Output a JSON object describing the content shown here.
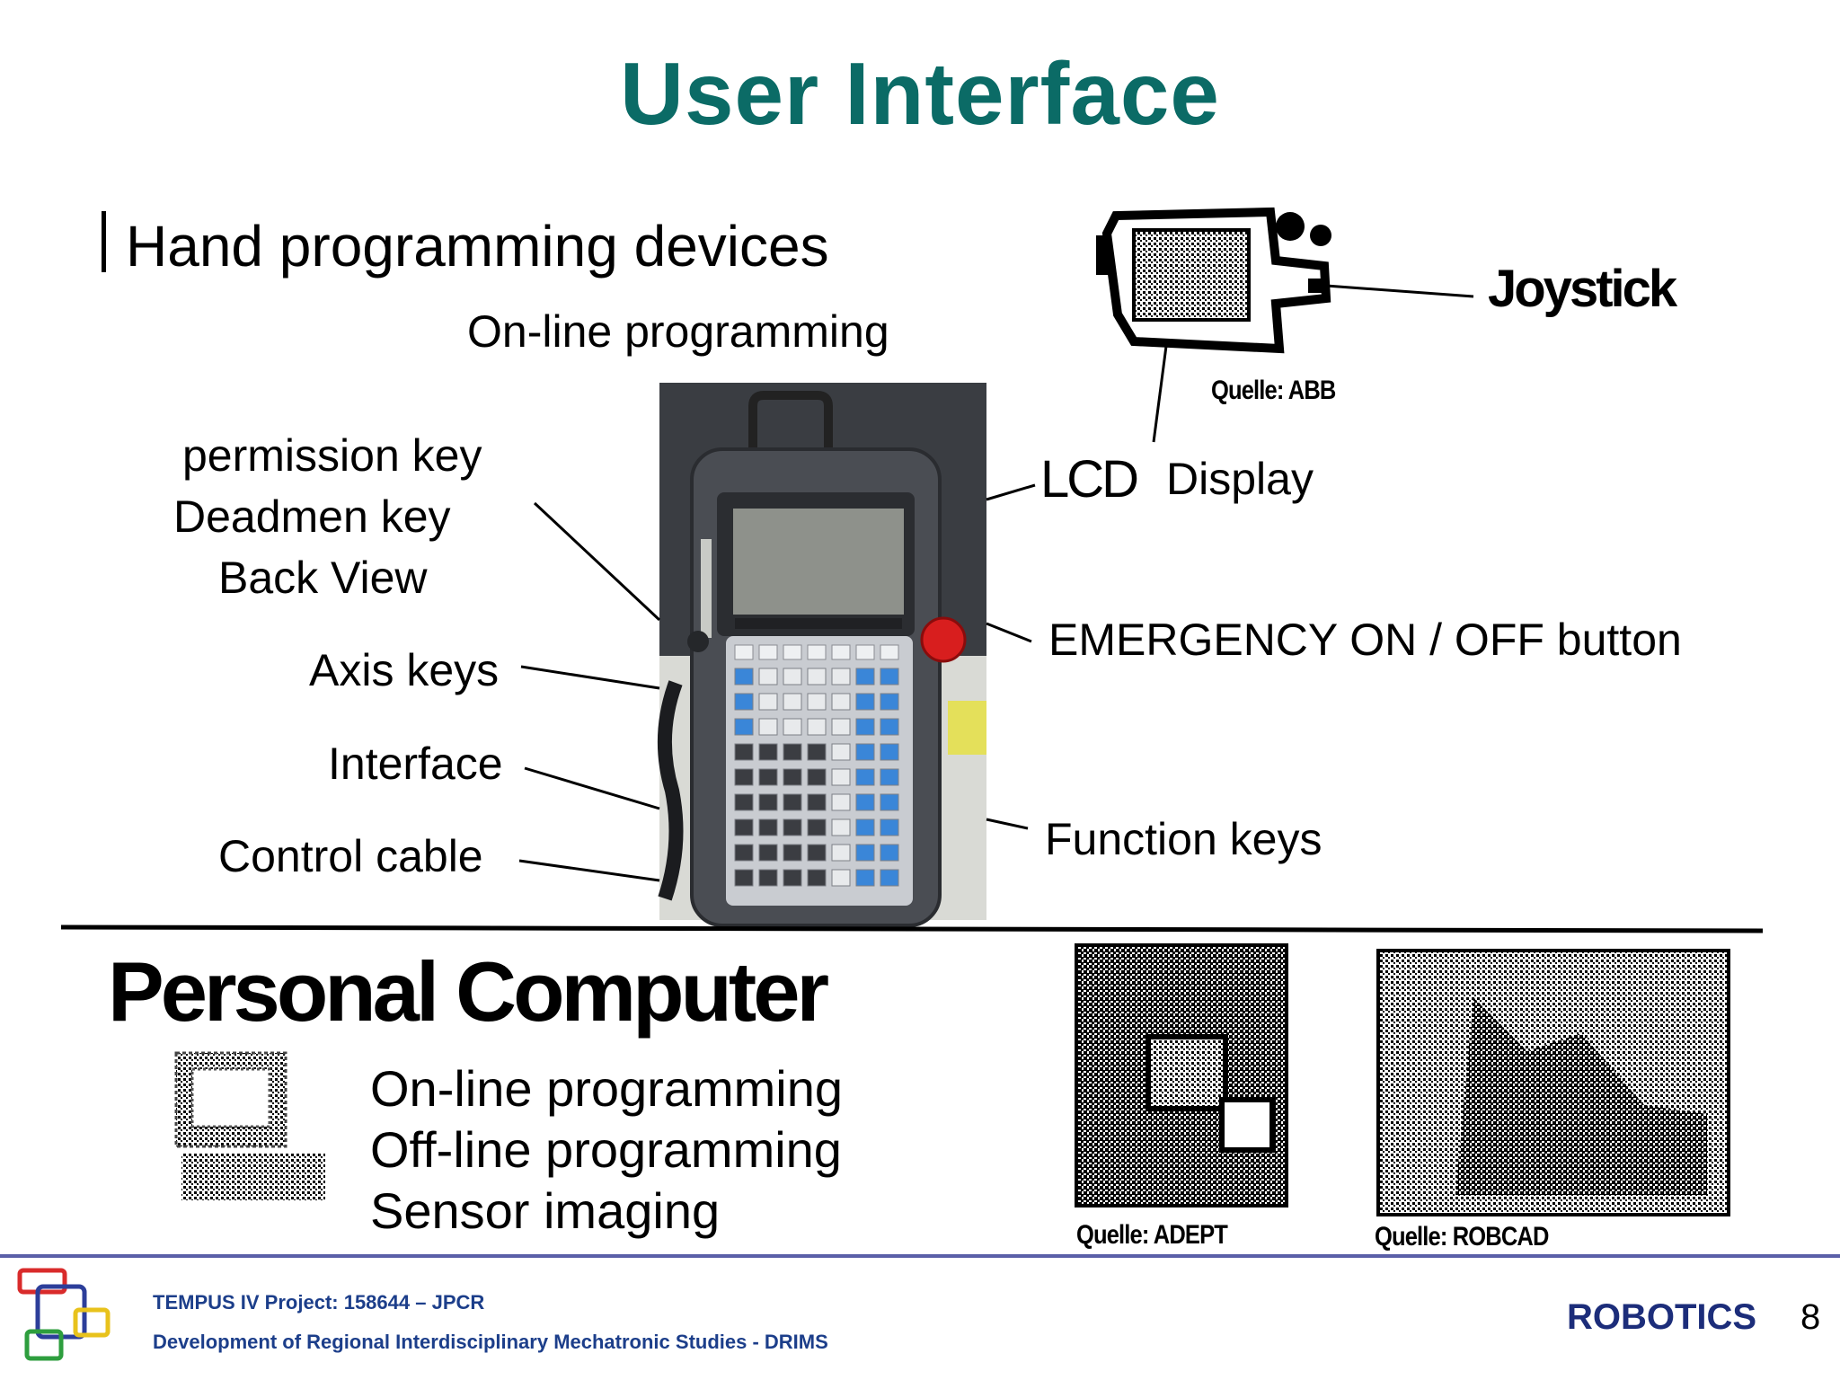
{
  "slide": {
    "title": "User Interface",
    "page_number": "8"
  },
  "hand_devices": {
    "heading": "Hand programming devices",
    "subheading": "On-line programming",
    "labels": {
      "permission_key": "permission key",
      "deadmen_key": "Deadmen key",
      "back_view": "Back View",
      "axis_keys": "Axis keys",
      "interface": "Interface",
      "control_cable": "Control cable",
      "lcd": "LCD",
      "display": "Display",
      "emergency": "EMERGENCY ON / OFF button",
      "function_keys": "Function keys",
      "joystick": "Joystick",
      "source_abb": "Quelle: ABB"
    }
  },
  "personal_computer": {
    "heading": "Personal Computer",
    "items": [
      "On-line programming",
      "Off-line programming",
      "Sensor imaging"
    ],
    "source_adept": "Quelle: ADEPT",
    "source_robcad": "Quelle: ROBCAD"
  },
  "footer": {
    "project": "TEMPUS IV Project: 158644 – JPCR",
    "program": "Development of Regional Interdisciplinary Mechatronic Studies - DRIMS",
    "course": "ROBOTICS"
  },
  "colors": {
    "title": "#0b6b66",
    "footer_text": "#1c3e8a",
    "footer_rule": "#5a5fa8",
    "emergency_button": "#d81e1e",
    "keypad_blue": "#3a86d8"
  }
}
